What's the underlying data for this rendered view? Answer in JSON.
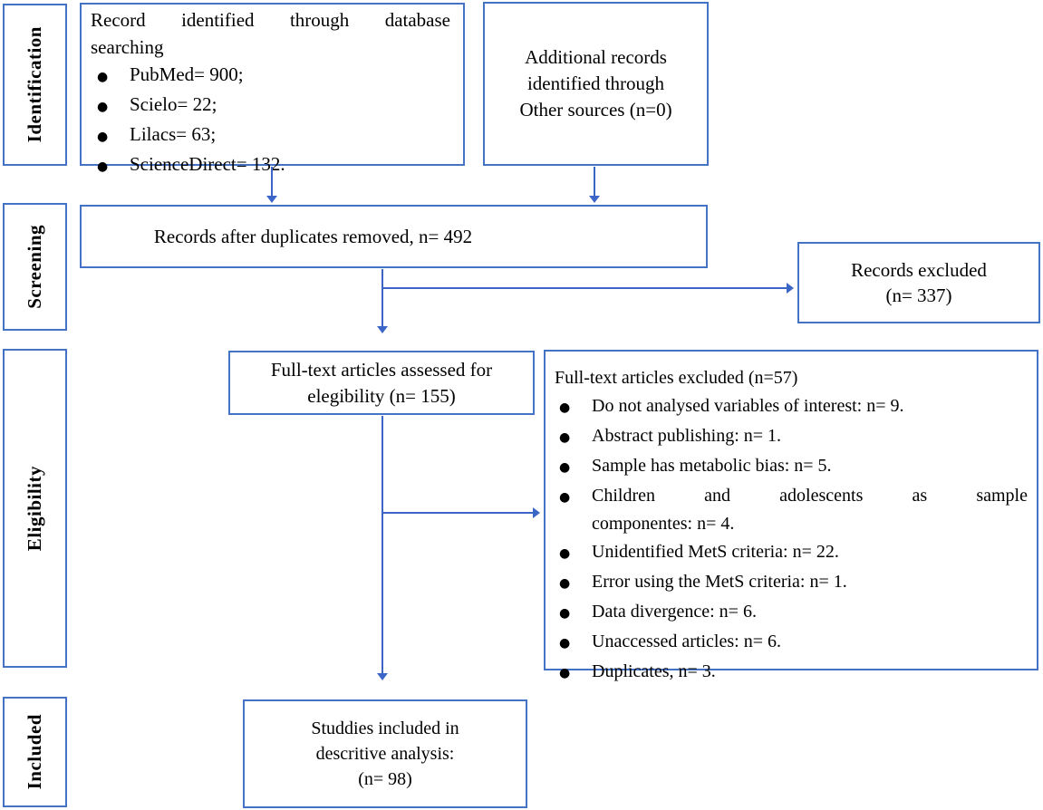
{
  "palette": {
    "box_border": "#4472C4",
    "arrow": "#3B66C8",
    "text": "#000000",
    "background": "#FFFFFF"
  },
  "icons": {
    "bullet": "●"
  },
  "sidebar": {
    "stages": [
      {
        "label": "Identification"
      },
      {
        "label": "Screening"
      },
      {
        "label": "Eligibility"
      },
      {
        "label": "Included"
      }
    ]
  },
  "identification": {
    "database_box": {
      "title_line1": "Record identified through database",
      "title_line2": "searching",
      "bullets": [
        "PubMed= 900;",
        "Scielo= 22;",
        "Lilacs= 63;",
        "ScienceDirect= 132."
      ]
    },
    "additional_box": {
      "text": "Additional records\nidentified through\nOther sources (n=0)"
    }
  },
  "screening": {
    "duplicates_box": {
      "text": "Records after duplicates removed, n= 492"
    },
    "records_excluded_box": {
      "text": "Records excluded\n(n= 337)"
    }
  },
  "eligibility": {
    "assessed_box": {
      "text": "Full-text articles assessed for\nelegibility (n= 155)"
    },
    "fulltext_excluded_box": {
      "title": "Full-text articles excluded (n=57)",
      "bullets": [
        {
          "text": "Do not analysed variables of interest: n= 9."
        },
        {
          "text": "Abstract publishing: n= 1."
        },
        {
          "text": "Sample has metabolic bias: n= 5."
        },
        {
          "line1": "Children and adolescents as sample",
          "line2": "componentes: n= 4."
        },
        {
          "text": "Unidentified MetS criteria: n= 22."
        },
        {
          "text": "Error using the MetS criteria: n= 1."
        },
        {
          "text": "Data divergence: n= 6."
        },
        {
          "text": "Unaccessed articles: n= 6."
        },
        {
          "text": "Duplicates, n= 3."
        }
      ]
    }
  },
  "included": {
    "included_box": {
      "text": "Studdies included in\ndescritive analysis:\n(n= 98)"
    }
  }
}
